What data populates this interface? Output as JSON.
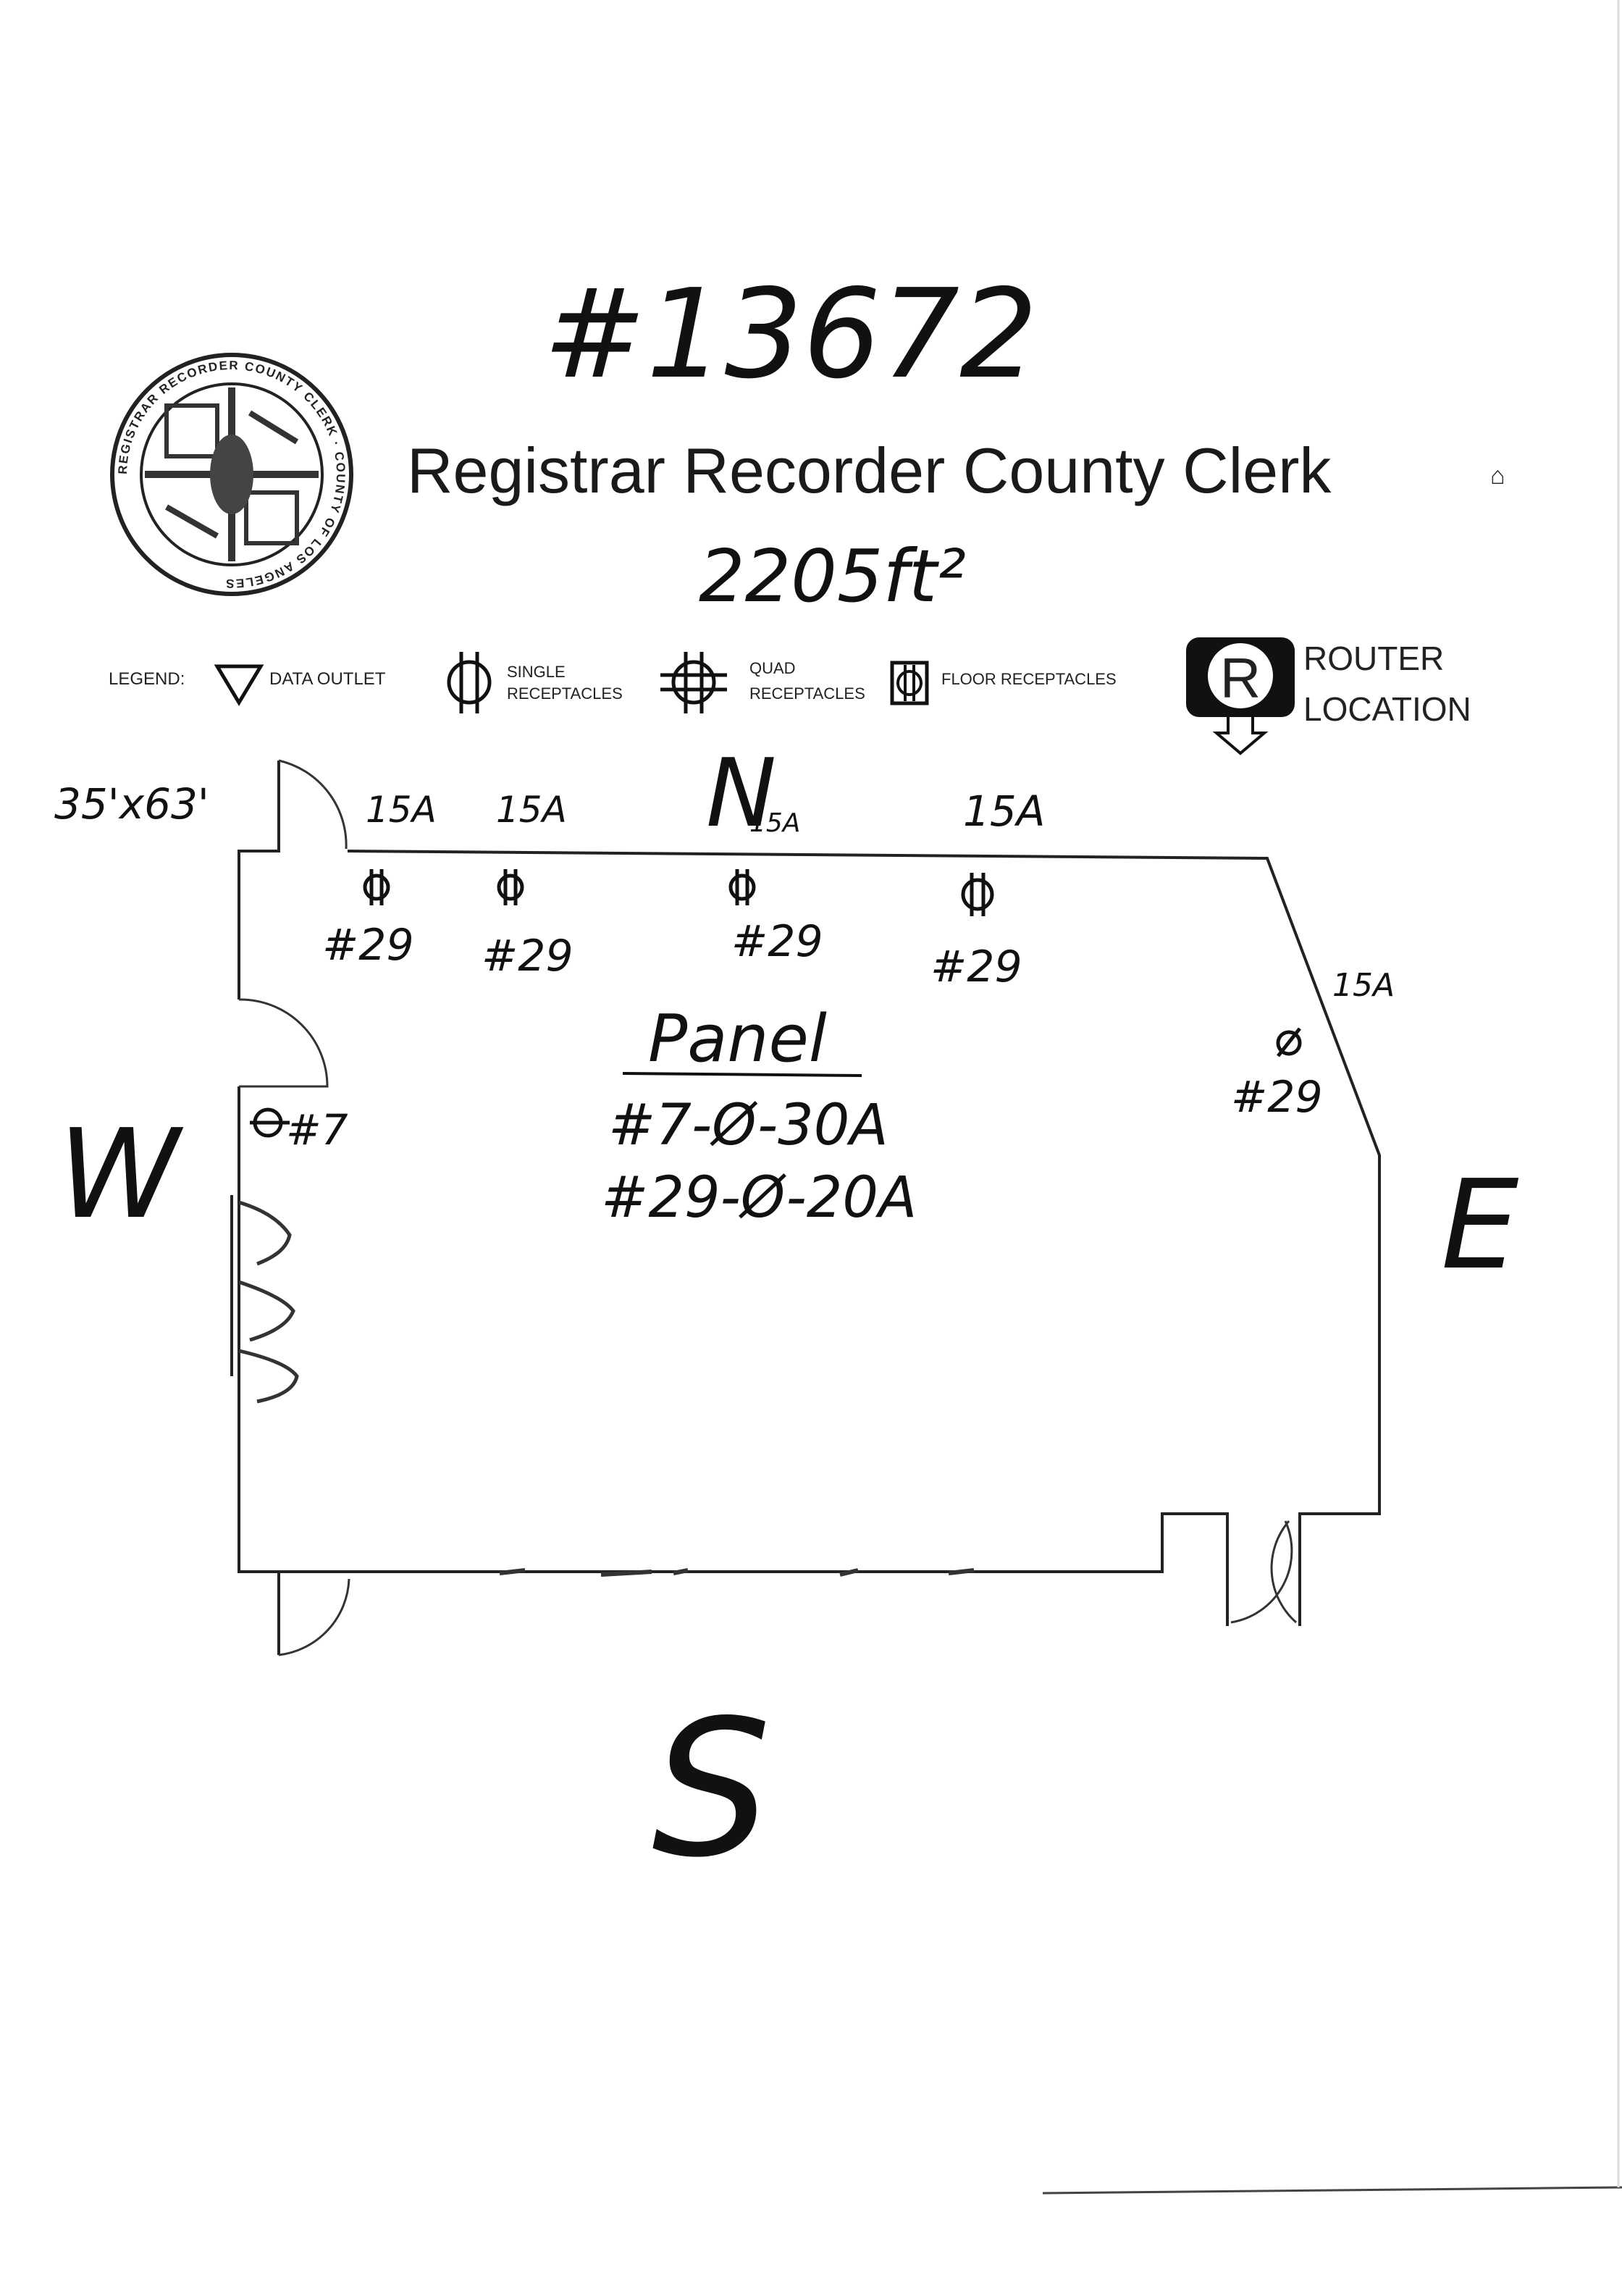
{
  "document": {
    "handwritten_number": "#13672",
    "title": "Registrar Recorder County Clerk",
    "area": "2205ft²",
    "dimensions": "35'x63'"
  },
  "seal": {
    "icon": "county-seal-icon",
    "inscription": "REGISTRAR RECORDER COUNTY CLERK · COUNTY OF LOS ANGELES"
  },
  "legend": {
    "label": "LEGEND:",
    "items": [
      {
        "icon": "triangle-icon",
        "line1": "DATA OUTLET",
        "line2": ""
      },
      {
        "icon": "single-receptacle-icon",
        "line1": "SINGLE",
        "line2": "RECEPTACLES"
      },
      {
        "icon": "quad-receptacle-icon",
        "line1": "QUAD",
        "line2": "RECEPTACLES"
      },
      {
        "icon": "floor-receptacle-icon",
        "line1": "FLOOR RECEPTACLES",
        "line2": ""
      }
    ],
    "router": {
      "icon": "router-r-icon",
      "letter": "R",
      "line1": "ROUTER",
      "line2": "LOCATION"
    }
  },
  "compass": {
    "north": "N",
    "south": "S",
    "east": "E",
    "west": "W"
  },
  "outlets": [
    {
      "amp": "15A",
      "circuit": "#29"
    },
    {
      "amp": "15A",
      "circuit": "#29"
    },
    {
      "amp": "15A",
      "circuit": "#29"
    },
    {
      "amp": "15A",
      "circuit": "#29"
    },
    {
      "amp": "15A",
      "circuit": "#29"
    }
  ],
  "west_outlet": {
    "circuit": "#7"
  },
  "panel": {
    "heading": "Panel",
    "line1": "#7-Ø-30A",
    "line2": "#29-Ø-20A"
  }
}
